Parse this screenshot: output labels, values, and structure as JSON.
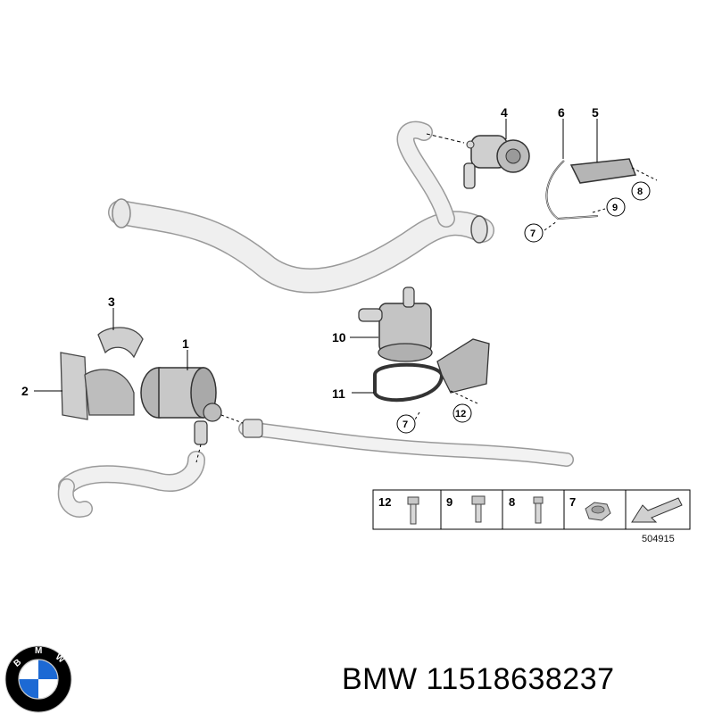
{
  "callouts": {
    "c1": "1",
    "c2": "2",
    "c3": "3",
    "c4": "4",
    "c5": "5",
    "c6": "6",
    "c7a": "7",
    "c7b": "7",
    "c8": "8",
    "c9": "9",
    "c10": "10",
    "c11": "11",
    "c12": "12"
  },
  "legend": {
    "items": [
      {
        "num": "12",
        "part": "bolt"
      },
      {
        "num": "9",
        "part": "bolt"
      },
      {
        "num": "8",
        "part": "bolt"
      },
      {
        "num": "7",
        "part": "hex-nut"
      }
    ],
    "diagram_id": "504915"
  },
  "logo": {
    "text": "BMW",
    "colors": {
      "blue": "#1c69d4",
      "ring": "#000000",
      "silver": "#c8c8c8"
    }
  },
  "caption": {
    "brand": "BMW",
    "part_number": "11518638237"
  }
}
